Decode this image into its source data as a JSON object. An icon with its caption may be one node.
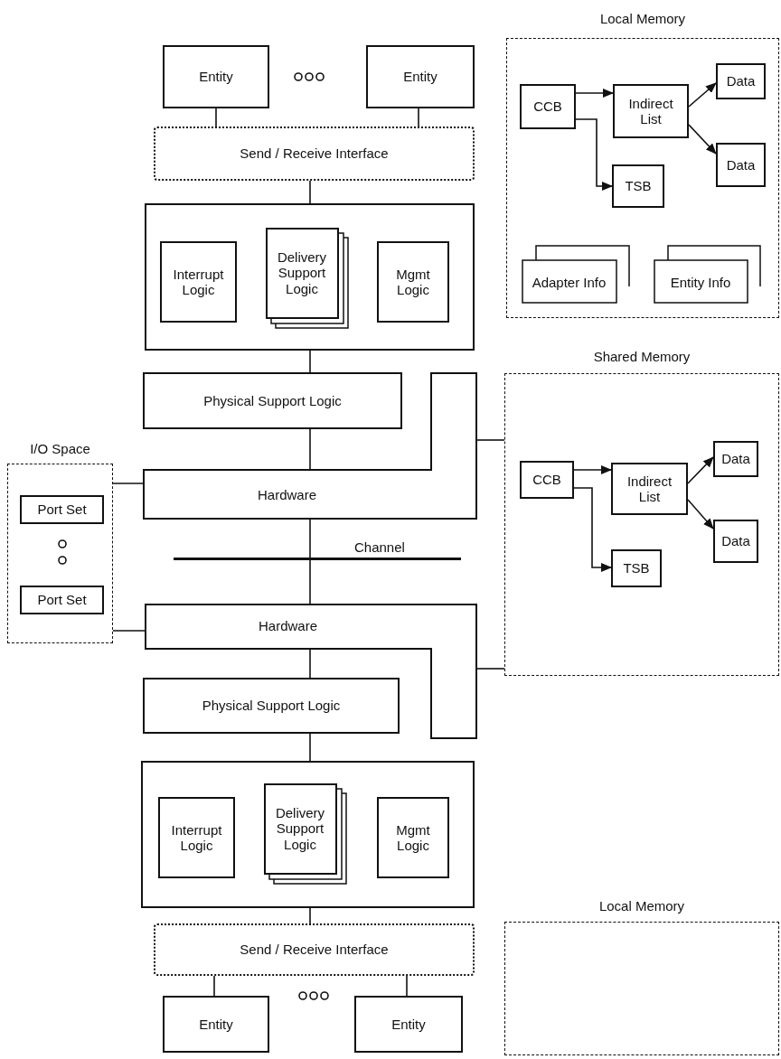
{
  "diagram": {
    "nodes": [
      {
        "text": [
          "Entity"
        ]
      },
      {
        "text": [
          "Entity"
        ]
      },
      {
        "text": [
          "Send / Receive Interface"
        ]
      },
      {
        "text": [],
        "shape": "box"
      },
      {
        "text": [
          "Interrupt Logic"
        ],
        "in": 3
      },
      {
        "text": [
          "Delivery Support Logic"
        ],
        "in": 3
      },
      {
        "text": [
          "Mgmt Logic"
        ],
        "in": 3
      },
      {
        "text": [
          "Physical Support Logic"
        ]
      },
      {
        "text": [
          "Hardware"
        ]
      },
      {
        "text": [
          "Local Memory"
        ]
      },
      {
        "text": [
          "CCB"
        ],
        "in": 9
      },
      {
        "text": [
          "Indirect List"
        ],
        "in": 9
      },
      {
        "text": [
          "Data"
        ],
        "in": 9
      },
      {
        "text": [
          "Data"
        ],
        "in": 9
      },
      {
        "text": [
          "TSB"
        ],
        "in": 9
      },
      {
        "text": [
          "Adapter Info"
        ],
        "in": 9
      },
      {
        "text": [
          "Entity Info"
        ],
        "in": 9
      },
      {
        "text": [
          "Shared Memory"
        ]
      },
      {
        "text": [
          "CCB"
        ],
        "in": 17
      },
      {
        "text": [
          "Indirect List"
        ],
        "in": 17
      },
      {
        "text": [
          "Data"
        ],
        "in": 17
      },
      {
        "text": [
          "Data"
        ],
        "in": 17
      },
      {
        "text": [
          "TSB"
        ],
        "in": 17
      },
      {
        "text": [
          "I/O Space"
        ]
      },
      {
        "text": [
          "Port Set"
        ],
        "in": 23
      },
      {
        "text": [
          "Port Set"
        ],
        "in": 23
      },
      {
        "text": [],
        "shape": "bar",
        "beside": [
          "Channel"
        ]
      },
      {
        "text": [
          "Hardware"
        ]
      },
      {
        "text": [
          "Physical Support Logic"
        ]
      },
      {
        "text": [],
        "shape": "box"
      },
      {
        "text": [
          "Interrupt Logic"
        ],
        "in": 29
      },
      {
        "text": [
          "Delivery Support Logic"
        ],
        "in": 29
      },
      {
        "text": [
          "Mgmt Logic"
        ],
        "in": 29
      },
      {
        "text": [
          "Send / Receive Interface"
        ]
      },
      {
        "text": [
          "Entity"
        ]
      },
      {
        "text": [
          "Entity"
        ]
      },
      {
        "text": [
          "Local Memory"
        ]
      }
    ],
    "edges": [
      {
        "from": 0,
        "to": 2,
        "arrow": "none"
      },
      {
        "from": 1,
        "to": 2,
        "arrow": "none"
      },
      {
        "from": 2,
        "to": 3,
        "arrow": "none"
      },
      {
        "from": 3,
        "to": 7,
        "arrow": "none"
      },
      {
        "from": 7,
        "to": 8,
        "arrow": "none"
      },
      {
        "from": 8,
        "to": 26,
        "arrow": "none"
      },
      {
        "from": 26,
        "to": 27,
        "arrow": "none"
      },
      {
        "from": 27,
        "to": 28,
        "arrow": "none"
      },
      {
        "from": 28,
        "to": 29,
        "arrow": "none"
      },
      {
        "from": 29,
        "to": 33,
        "arrow": "none"
      },
      {
        "from": 33,
        "to": 34,
        "arrow": "none"
      },
      {
        "from": 33,
        "to": 35,
        "arrow": "none"
      },
      {
        "from": 23,
        "to": 8,
        "arrow": "none"
      },
      {
        "from": 23,
        "to": 27,
        "arrow": "none"
      },
      {
        "from": 8,
        "to": 17,
        "arrow": "none"
      },
      {
        "from": 27,
        "to": 17,
        "arrow": "none"
      },
      {
        "from": 10,
        "to": 11,
        "arrow": "to"
      },
      {
        "from": 10,
        "to": 14,
        "arrow": "to"
      },
      {
        "from": 11,
        "to": 12,
        "arrow": "to"
      },
      {
        "from": 11,
        "to": 13,
        "arrow": "to"
      },
      {
        "from": 18,
        "to": 19,
        "arrow": "to"
      },
      {
        "from": 18,
        "to": 22,
        "arrow": "to"
      },
      {
        "from": 19,
        "to": 20,
        "arrow": "to"
      },
      {
        "from": 19,
        "to": 21,
        "arrow": "to"
      }
    ]
  }
}
